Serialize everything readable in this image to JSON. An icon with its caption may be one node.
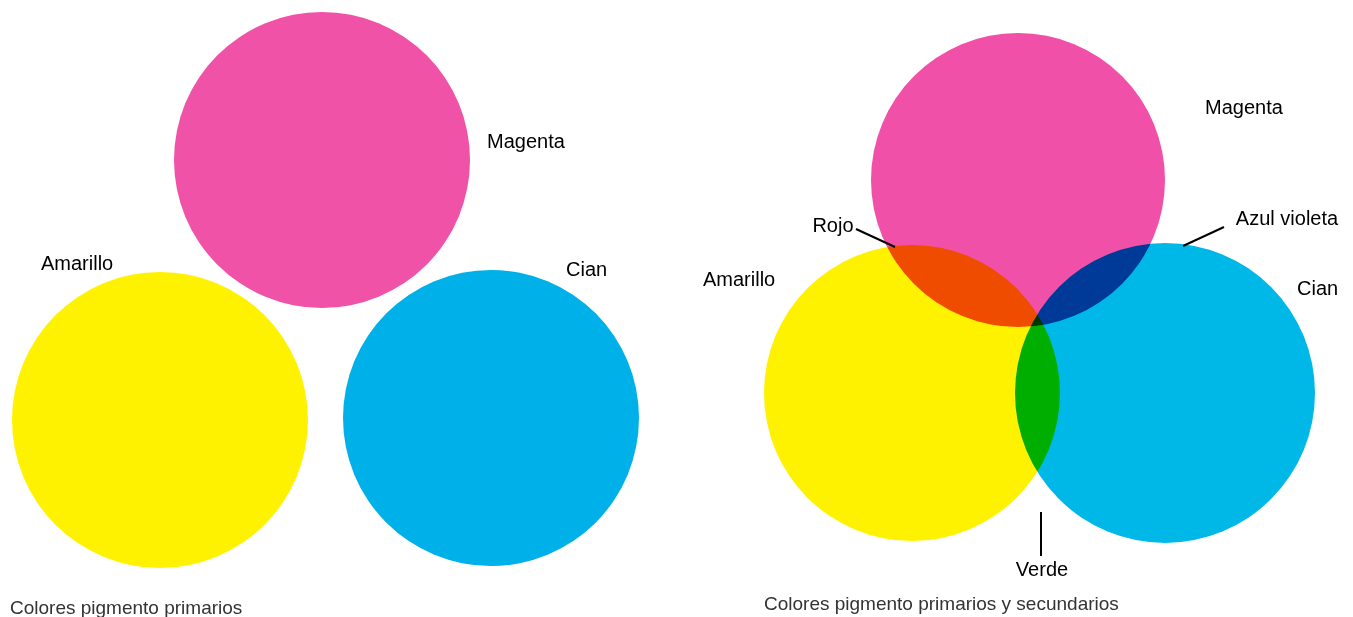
{
  "diagram": {
    "nodes": [
      {
        "text": [
          "Rojo"
        ]
      },
      {
        "text": [
          "Azul violeta"
        ]
      },
      {
        "text": [
          "Verde"
        ]
      }
    ],
    "edges": [
      {
        "from": 0,
        "to": null,
        "arrow": "none"
      },
      {
        "from": 1,
        "to": null,
        "arrow": "none"
      },
      {
        "from": 2,
        "to": null,
        "arrow": "none"
      }
    ],
    "labels": [
      "Magenta",
      "Amarillo",
      "Cian",
      "Colores pigmento primarios",
      "Magenta",
      "Amarillo",
      "Cian",
      "Colores pigmento primarios y secundarios"
    ]
  }
}
